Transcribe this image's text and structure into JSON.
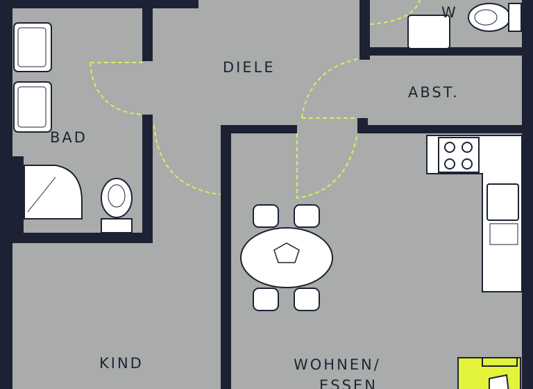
{
  "rooms": {
    "diele": "DIELE",
    "abst": "ABST.",
    "wc": "W",
    "bad": "BAD",
    "kind": "KIND",
    "wohnen_line1": "WOHNEN/",
    "wohnen_line2": "ESSEN"
  },
  "colors": {
    "floor": "#a9acab",
    "wall": "#1c2233",
    "door_swing": "#d9ef5e",
    "accent": "#e3f23a",
    "fixture": "#ffffff"
  }
}
